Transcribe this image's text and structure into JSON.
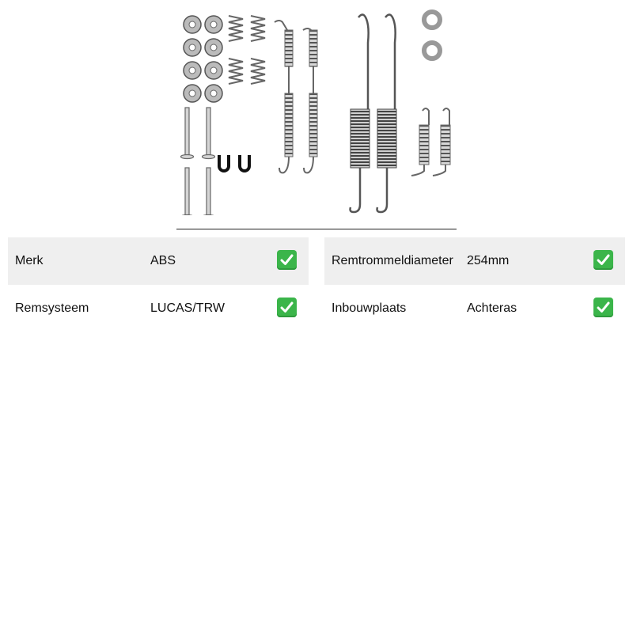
{
  "product": {
    "image_icon": "brake-shoe-fitting-kit-image"
  },
  "specs": [
    {
      "label": "Merk",
      "value": "ABS",
      "check_icon": "check-mark-icon"
    },
    {
      "label": "Remtrommeldiameter",
      "value": "254mm",
      "check_icon": "check-mark-icon"
    },
    {
      "label": "Remsysteem",
      "value": "LUCAS/TRW",
      "check_icon": "check-mark-icon"
    },
    {
      "label": "Inbouwplaats",
      "value": "Achteras",
      "check_icon": "check-mark-icon"
    }
  ],
  "colors": {
    "row_shade": "#efefef",
    "check_green": "#3bb54a",
    "part_metal": "#777777"
  }
}
